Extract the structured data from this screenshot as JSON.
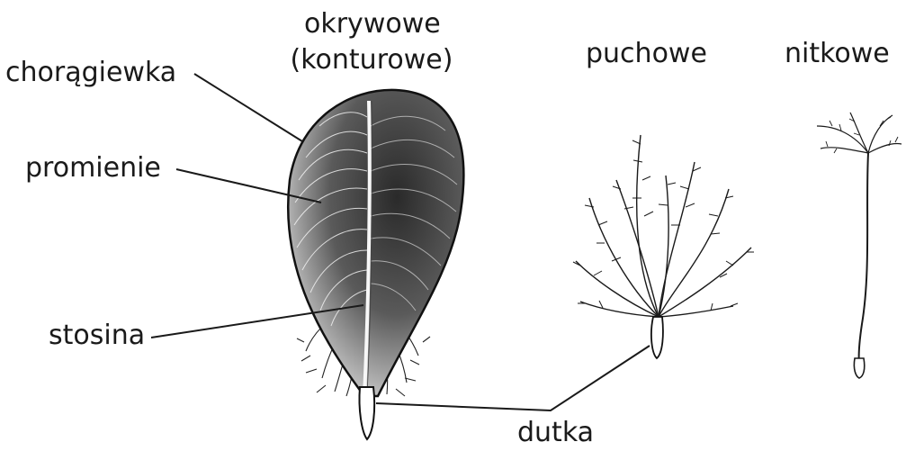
{
  "labels": {
    "contour_title_line1": "okrywowe",
    "contour_title_line2": "(konturowe)",
    "down_title": "puchowe",
    "filo_title": "nitkowe",
    "vane": "chorągiewka",
    "barbs": "promienie",
    "rachis": "stosina",
    "calamus": "dutka"
  },
  "colors": {
    "ink": "#1a1a1a",
    "background": "#ffffff"
  }
}
